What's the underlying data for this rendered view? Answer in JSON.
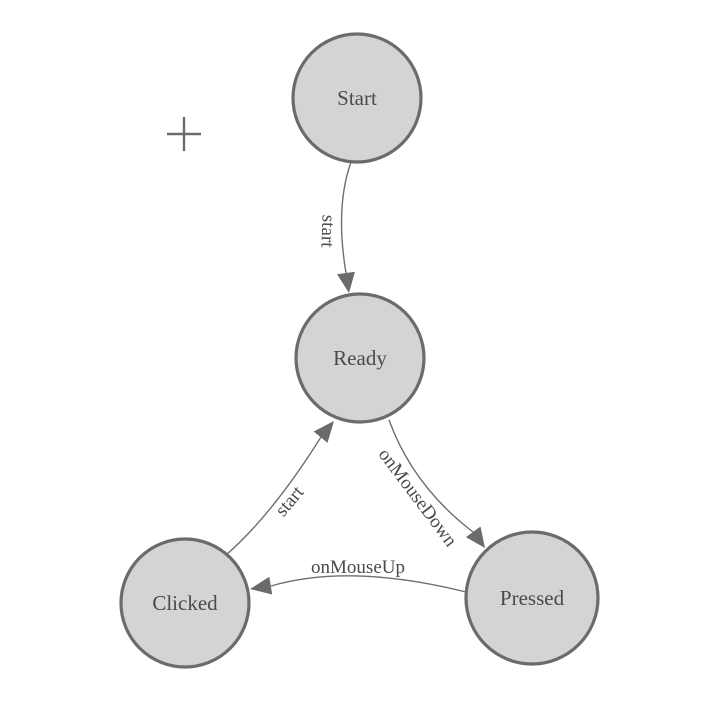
{
  "diagram": {
    "type": "finite-state-machine",
    "nodes": [
      {
        "id": "start",
        "label": "Start"
      },
      {
        "id": "ready",
        "label": "Ready"
      },
      {
        "id": "clicked",
        "label": "Clicked"
      },
      {
        "id": "pressed",
        "label": "Pressed"
      }
    ],
    "edges": [
      {
        "from": "Start",
        "to": "Ready",
        "label": "start"
      },
      {
        "from": "Ready",
        "to": "Pressed",
        "label": "onMouseDown"
      },
      {
        "from": "Pressed",
        "to": "Clicked",
        "label": "onMouseUp"
      },
      {
        "from": "Clicked",
        "to": "Ready",
        "label": "start"
      }
    ],
    "colors": {
      "background": "#ffffff",
      "node_fill": "#d4d4d4",
      "node_stroke": "#6b6b6b",
      "edge_stroke": "#6e6e6e",
      "arrow_fill": "#6b6b6b",
      "text": "#4a4a4a"
    },
    "crosshair_marker_visible": true
  }
}
